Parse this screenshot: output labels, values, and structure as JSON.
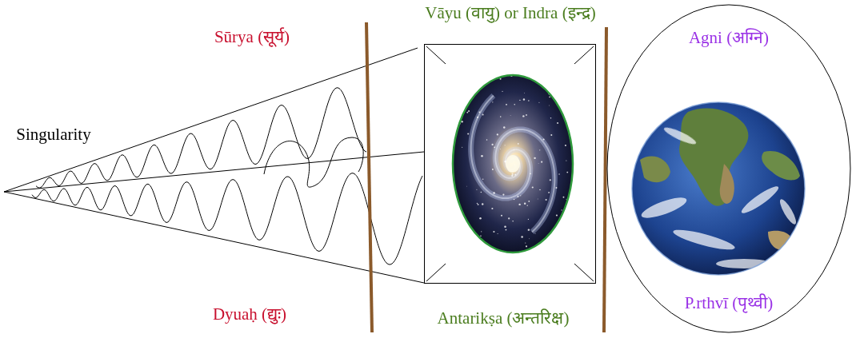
{
  "diagram": {
    "nodes": [
      {
        "text": [
          "Vāyu (वायु) or Indra (इन्द्र)",
          "Antarikṣa (अन्तरिक्ष)"
        ]
      },
      {
        "text": [
          "Agni (अग्नि)",
          "P.rthvī (पृथ्वी)"
        ]
      }
    ],
    "labels": [
      "Singularity",
      "Sūrya (सूर्य)",
      "Dyuaḥ (द्युः)"
    ]
  }
}
